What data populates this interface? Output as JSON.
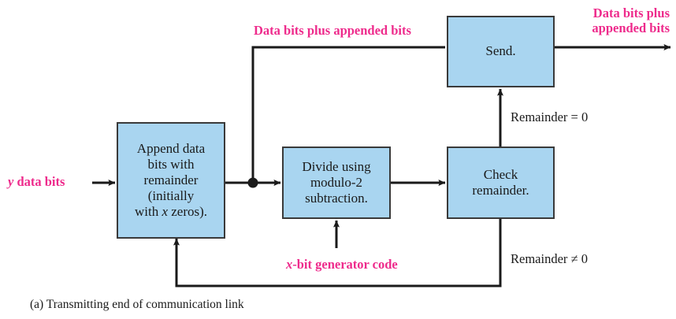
{
  "figure": {
    "caption": "(a) Transmitting end of communication link",
    "colors": {
      "box_fill": "#a9d5f0",
      "box_stroke": "#3a3a3a",
      "line": "#1a1a1a",
      "accent_magenta": "#ee2b8c",
      "background": "#ffffff"
    }
  },
  "boxes": {
    "append": {
      "line1": "Append data",
      "line2": "bits with",
      "line3": "remainder",
      "line4": "(initially",
      "line5_pre": "with ",
      "line5_ital": "x",
      "line5_post": " zeros)."
    },
    "divide": {
      "line1": "Divide using",
      "line2": "modulo-2",
      "line3": "subtraction."
    },
    "check": {
      "line1": "Check",
      "line2": "remainder."
    },
    "send": {
      "line1": "Send."
    }
  },
  "labels": {
    "input_data_bits": {
      "ital": "y",
      "rest": " data bits"
    },
    "data_bits_plus_appended_top": "Data bits plus appended bits",
    "data_bits_plus_appended_out_line1": "Data bits plus",
    "data_bits_plus_appended_out_line2": "appended bits",
    "generator_code": {
      "ital": "x",
      "rest": "-bit generator code"
    },
    "remainder_zero": "Remainder = 0",
    "remainder_nonzero": "Remainder ≠ 0"
  }
}
